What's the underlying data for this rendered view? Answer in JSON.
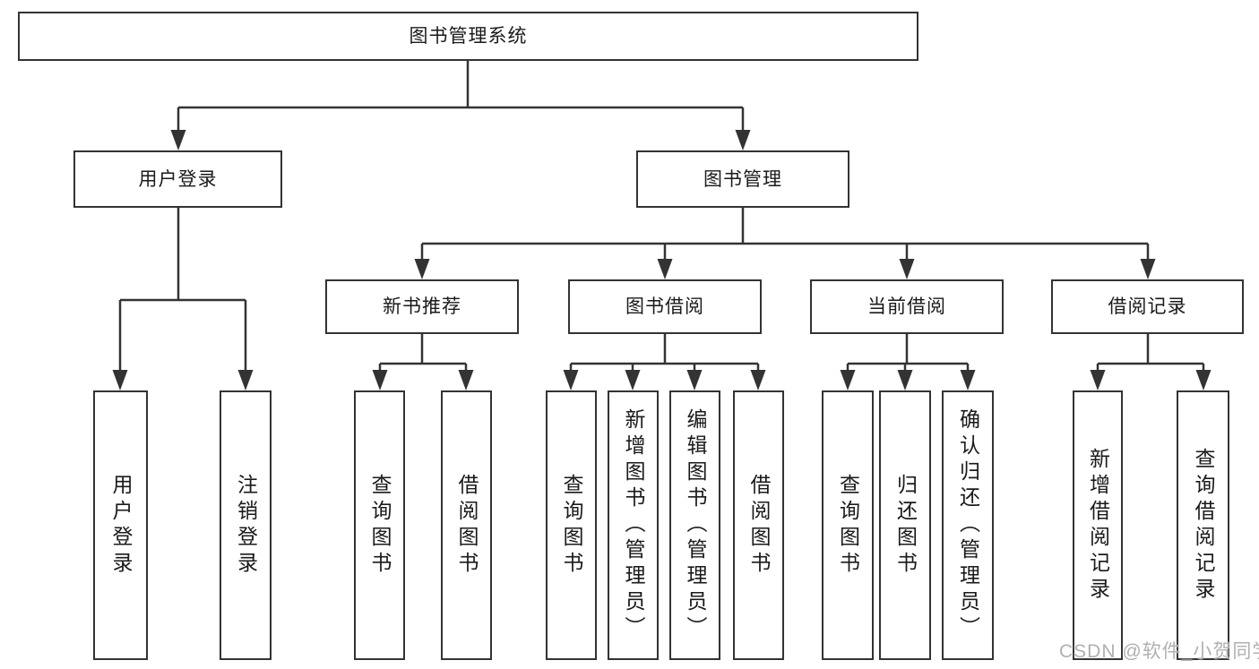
{
  "diagram_type": "feature-tree",
  "colors": {
    "line": "#333333",
    "box_border": "#333333",
    "box_background": "#ffffff",
    "text": "#1a1a1a",
    "page_background": "#ffffff",
    "watermark": "#b0b0b0"
  },
  "watermark": {
    "text": "CSDN @软件_小贺同学"
  },
  "tree": {
    "label": "图书管理系统",
    "children": [
      {
        "label": "用户登录",
        "children": [
          {
            "label": "用户登录"
          },
          {
            "label": "注销登录"
          }
        ]
      },
      {
        "label": "图书管理",
        "children": [
          {
            "label": "新书推荐",
            "children": [
              {
                "label": "查询图书"
              },
              {
                "label": "借阅图书"
              }
            ]
          },
          {
            "label": "图书借阅",
            "children": [
              {
                "label": "查询图书"
              },
              {
                "label": "新增图书（管理员）"
              },
              {
                "label": "编辑图书（管理员）"
              },
              {
                "label": "借阅图书"
              }
            ]
          },
          {
            "label": "当前借阅",
            "children": [
              {
                "label": "查询图书"
              },
              {
                "label": "归还图书"
              },
              {
                "label": "确认归还（管理员）"
              }
            ]
          },
          {
            "label": "借阅记录",
            "children": [
              {
                "label": "新增借阅记录"
              },
              {
                "label": "查询借阅记录"
              }
            ]
          }
        ]
      }
    ]
  }
}
